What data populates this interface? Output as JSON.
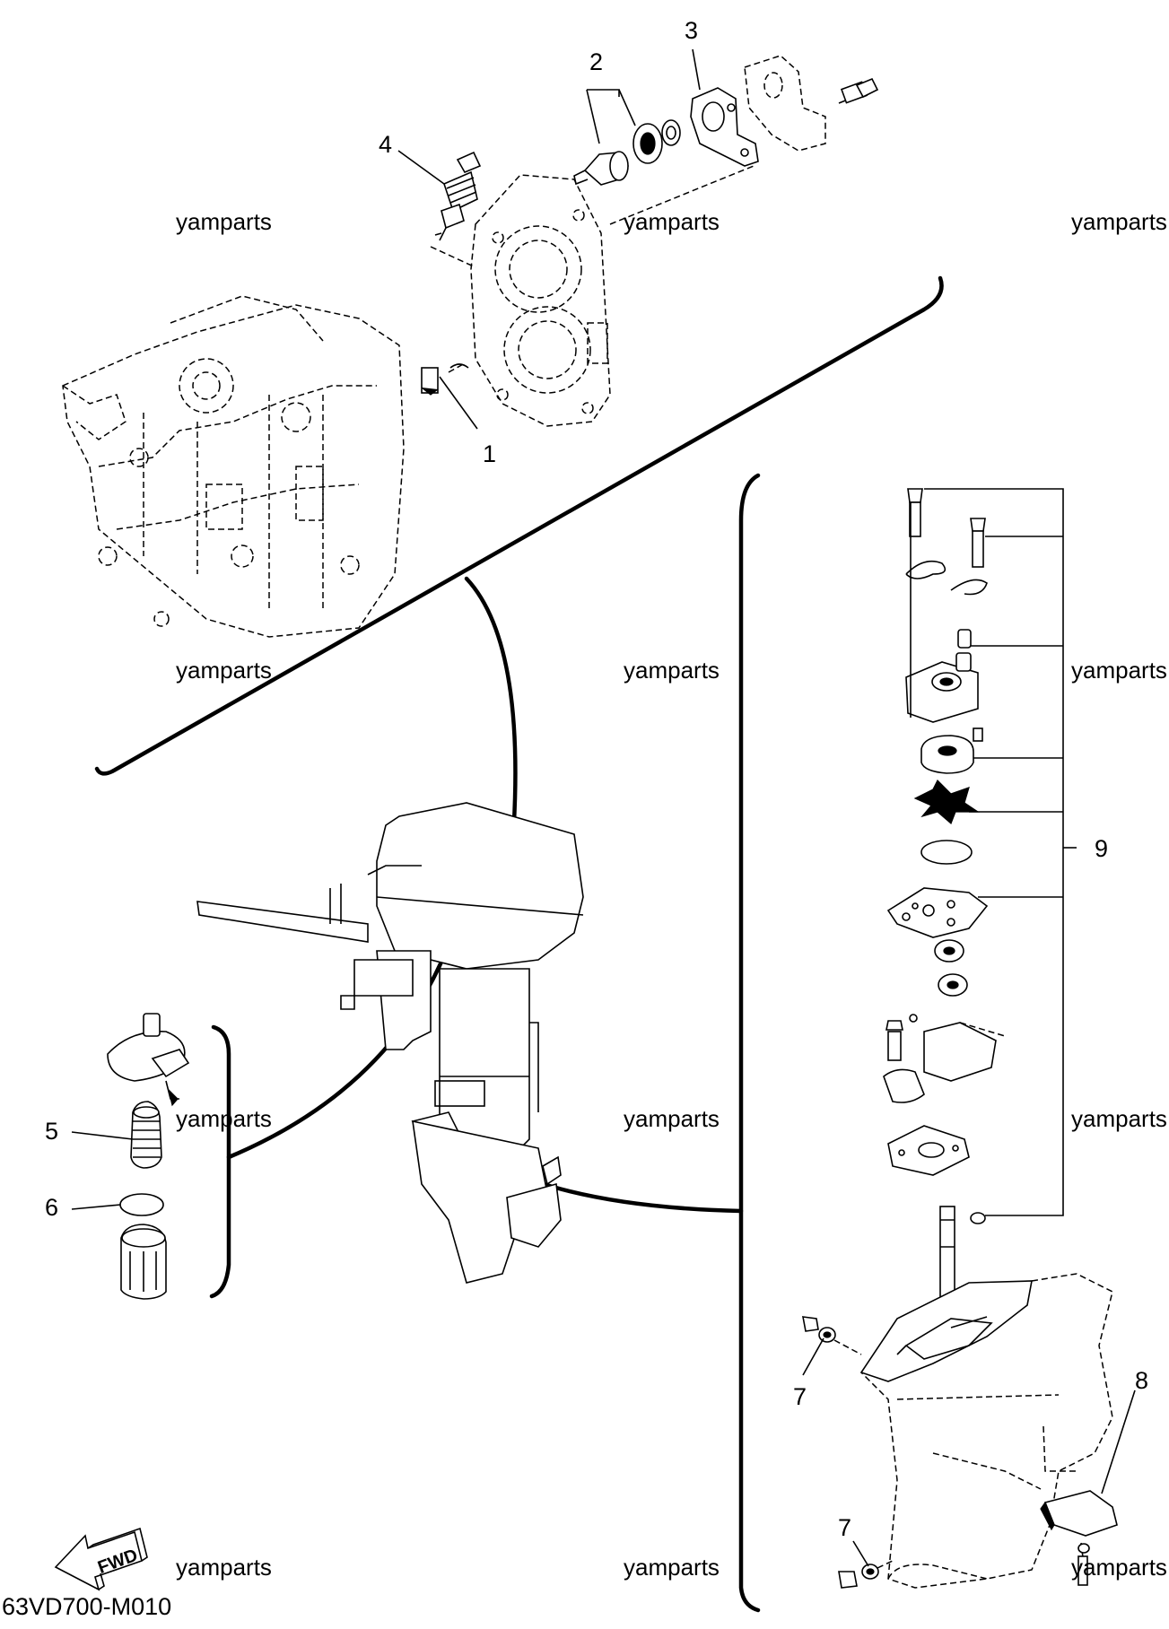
{
  "diagram": {
    "code": "63VD700-M010",
    "fwd_label": "FWD",
    "callouts": [
      "1",
      "2",
      "3",
      "4",
      "5",
      "6",
      "7",
      "7",
      "8",
      "9"
    ],
    "watermark": "yamparts"
  }
}
